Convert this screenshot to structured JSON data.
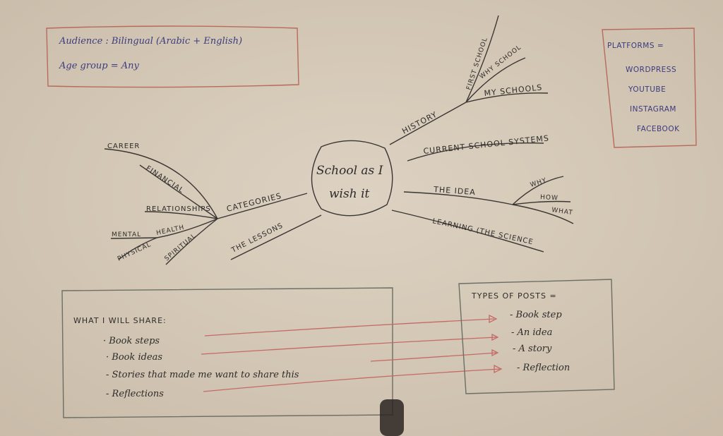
{
  "audience_box": {
    "audience": "Audience : Bilingual (Arabic + English)",
    "age_group": "Age group = Any"
  },
  "platforms_box": {
    "title": "PLATFORMS =",
    "items": [
      "WORDPRESS",
      "YOUTUBE",
      "INSTAGRAM",
      "FACEBOOK"
    ]
  },
  "mind_map": {
    "center_line1": "School as I",
    "center_line2": "wish it",
    "history": {
      "label": "HISTORY",
      "children": [
        "FIRST SCHOOL",
        "WHY SCHOOL",
        "MY SCHOOLS"
      ]
    },
    "current": "CURRENT SCHOOL SYSTEMS",
    "idea": {
      "label": "THE IDEA",
      "children": [
        "WHY",
        "HOW",
        "WHAT"
      ]
    },
    "learning": "LEARNING (THE SCIENCE",
    "categories": {
      "label": "CATEGORIES",
      "children": [
        "CAREER",
        "FINANCIAL",
        "RELATIONSHIPS",
        "HEALTH",
        "SPIRITUAL"
      ],
      "health_children": [
        "MENTAL",
        "PHYSICAL"
      ]
    },
    "lessons": "THE LESSONS"
  },
  "share_box": {
    "title": "WHAT I WILL SHARE:",
    "items": [
      "· Book steps",
      "· Book ideas",
      "- Stories that made me want to share this",
      "- Reflections"
    ]
  },
  "posts_box": {
    "title": "TYPES OF POSTS =",
    "items": [
      "- Book step",
      "- An idea",
      "- A story",
      "- Reflection"
    ]
  }
}
